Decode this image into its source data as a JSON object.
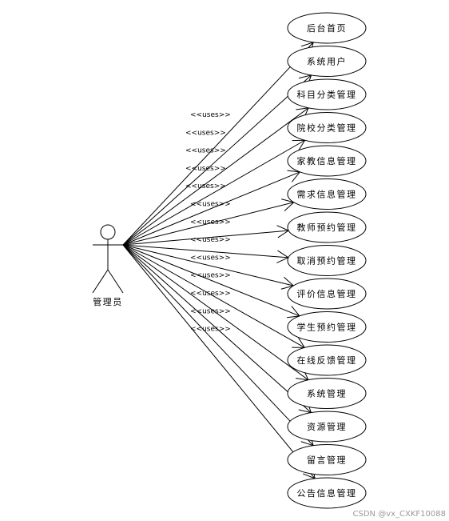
{
  "actor": {
    "label": "管理员"
  },
  "relation_label": "<<uses>>",
  "use_cases": [
    {
      "label": "后台首页"
    },
    {
      "label": "系统用户"
    },
    {
      "label": "科目分类管理"
    },
    {
      "label": "院校分类管理"
    },
    {
      "label": "家教信息管理"
    },
    {
      "label": "需求信息管理"
    },
    {
      "label": "教师预约管理"
    },
    {
      "label": "取消预约管理"
    },
    {
      "label": "评价信息管理"
    },
    {
      "label": "学生预约管理"
    },
    {
      "label": "在线反馈管理"
    },
    {
      "label": "系统管理"
    },
    {
      "label": "资源管理"
    },
    {
      "label": "留言管理"
    },
    {
      "label": "公告信息管理"
    }
  ],
  "watermark": "CSDN @vx_CXKF10088"
}
